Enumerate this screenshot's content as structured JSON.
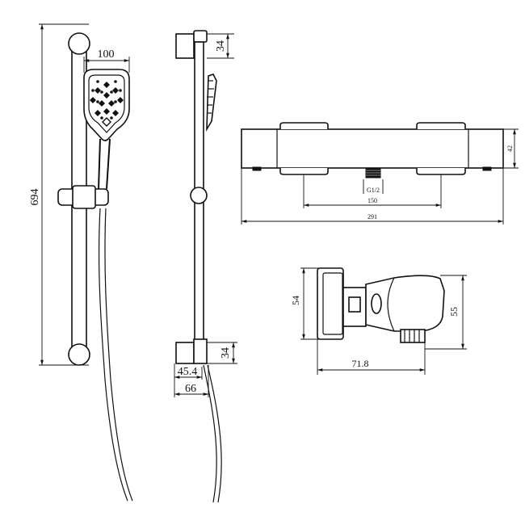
{
  "dimensions": {
    "rail_height": "694",
    "head_width": "100",
    "bracket_top_height": "34",
    "bracket_bottom_height": "34",
    "wall_offset_small": "45.4",
    "wall_offset_large": "66",
    "valve_height": "42",
    "inlet_centers": "150",
    "valve_length": "291",
    "thread_size": "G1/2",
    "outlet_height_left": "54",
    "outlet_height_right": "55",
    "outlet_depth": "71.8"
  }
}
